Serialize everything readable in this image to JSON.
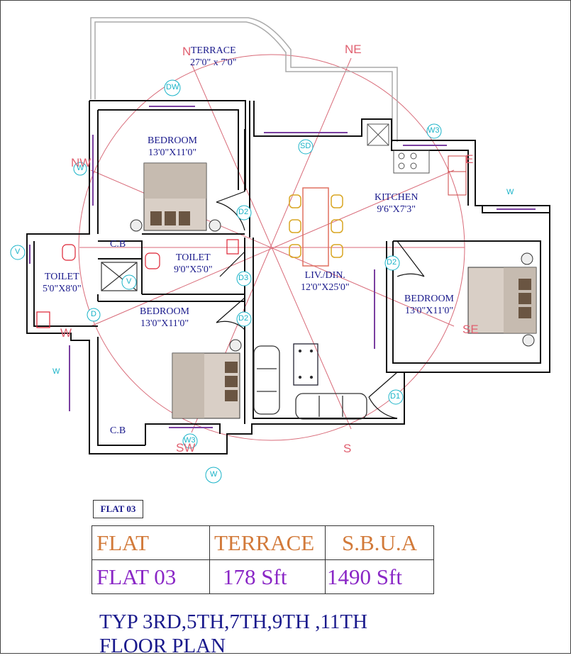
{
  "rooms": {
    "terrace_name": "TERRACE",
    "terrace_size": "27'0\" x 7'0\"",
    "bedroom1_name": "BEDROOM",
    "bedroom1_size": "13'0\"X11'0\"",
    "kitchen_name": "KITCHEN",
    "kitchen_size": "9'6\"X7'3\"",
    "toilet1_name": "TOILET",
    "toilet1_size": "9'0\"X5'0\"",
    "toilet2_name": "TOILET",
    "toilet2_size": "5'0\"X8'0\"",
    "living_name": "LIV./DIN.",
    "living_size": "12'0\"X25'0\"",
    "bedroom2_name": "BEDROOM",
    "bedroom2_size": "13'0\"X11'0\"",
    "bedroom3_name": "BEDROOM",
    "bedroom3_size": "13'0\"X11'0\"",
    "cb1": "C.B",
    "cb2": "C.B"
  },
  "compass": {
    "n": "N",
    "ne": "NE",
    "e": "E",
    "se": "SE",
    "s": "S",
    "sw": "SW",
    "w": "W",
    "nw": "NW"
  },
  "tags": {
    "dw": "DW",
    "sd": "SD",
    "w3a": "W3",
    "w3b": "W3",
    "d2a": "D2",
    "d2b": "D2",
    "d2c": "D2",
    "d3": "D3",
    "d1": "D1",
    "v1": "V",
    "v2": "V",
    "w_left": "W",
    "w_bottom": "W",
    "w_right": "W",
    "w_far": "W",
    "d_toilet": "D"
  },
  "flat_tag": "FLAT 03",
  "area_table": {
    "headers": [
      "FLAT",
      "TERRACE",
      "S.B.U.A"
    ],
    "values": [
      "FLAT 03",
      "178 Sft",
      "1490 Sft"
    ]
  },
  "footer": {
    "line1": "TYP 3RD,5TH,7TH,9TH ,11TH",
    "line2": "FLOOR PLAN"
  },
  "colors": {
    "label": "#1a1a8c",
    "compass": "#e06070",
    "tag": "#19b3c8",
    "header": "#d27a3a",
    "value": "#8a27c6"
  }
}
